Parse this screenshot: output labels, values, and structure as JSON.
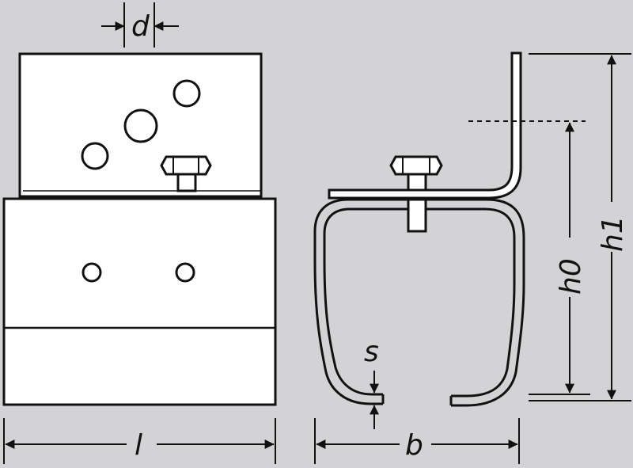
{
  "diagram": {
    "labels": {
      "d": "d",
      "l": "l",
      "b": "b",
      "s": "s",
      "h0": "h0",
      "h1": "h1"
    },
    "colors": {
      "background": "#d3d3d6",
      "part_fill": "#ffffff",
      "stroke": "#111111"
    }
  }
}
